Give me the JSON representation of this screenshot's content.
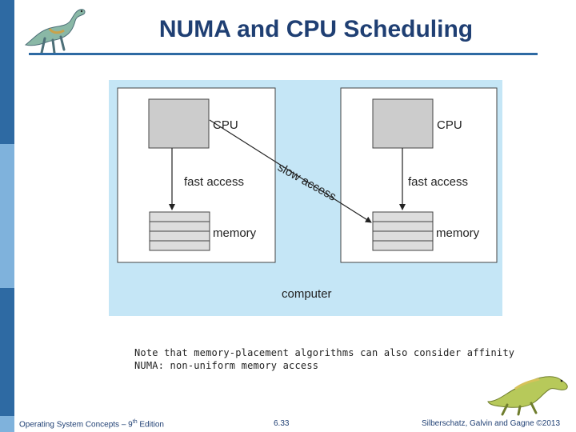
{
  "slide": {
    "title": "NUMA and CPU Scheduling",
    "notes": [
      "Note that memory-placement algorithms can also consider affinity",
      "NUMA: non-uniform memory access"
    ]
  },
  "diagram": {
    "left_node": {
      "cpu_label": "CPU",
      "access_label": "fast access",
      "memory_label": "memory"
    },
    "right_node": {
      "cpu_label": "CPU",
      "access_label": "fast access",
      "memory_label": "memory"
    },
    "cross_label": "slow access",
    "container_label": "computer"
  },
  "footer": {
    "course_prefix": "Operating System Concepts – 9",
    "course_sup": "th",
    "course_suffix": " Edition",
    "page": "6.33",
    "copyright": "Silberschatz, Galvin and Gagne ©2013"
  },
  "colors": {
    "title": "#1f3f73",
    "rule": "#2e6aa3",
    "diagram_background": "#c5e6f6",
    "cpu_box": "#cccccc",
    "sidebar": [
      "#2e6aa3",
      "#7fb2dc",
      "#2e6aa3",
      "#7fb2dc"
    ]
  }
}
